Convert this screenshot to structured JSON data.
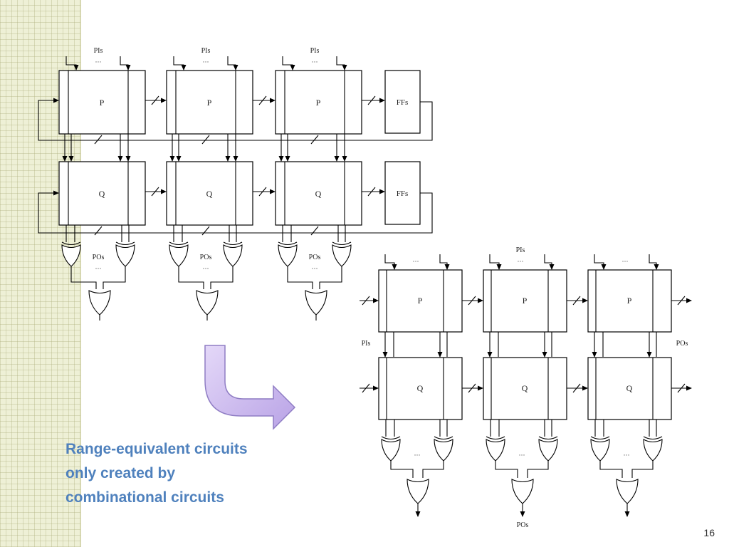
{
  "diagram": {
    "box_labels": {
      "p": "P",
      "q": "Q",
      "ffs": "FFs"
    },
    "top_labels": {
      "pis": "PIs",
      "pos": "POs",
      "dots": "···"
    }
  },
  "caption": {
    "lines": [
      "Range-equivalent circuits",
      "only created by",
      "combinational circuits"
    ]
  },
  "slide_number": "16",
  "colors": {
    "caption": "#4f81bd",
    "arrow_fill": "#c8b4ec",
    "arrow_stroke": "#8f7dc4"
  }
}
